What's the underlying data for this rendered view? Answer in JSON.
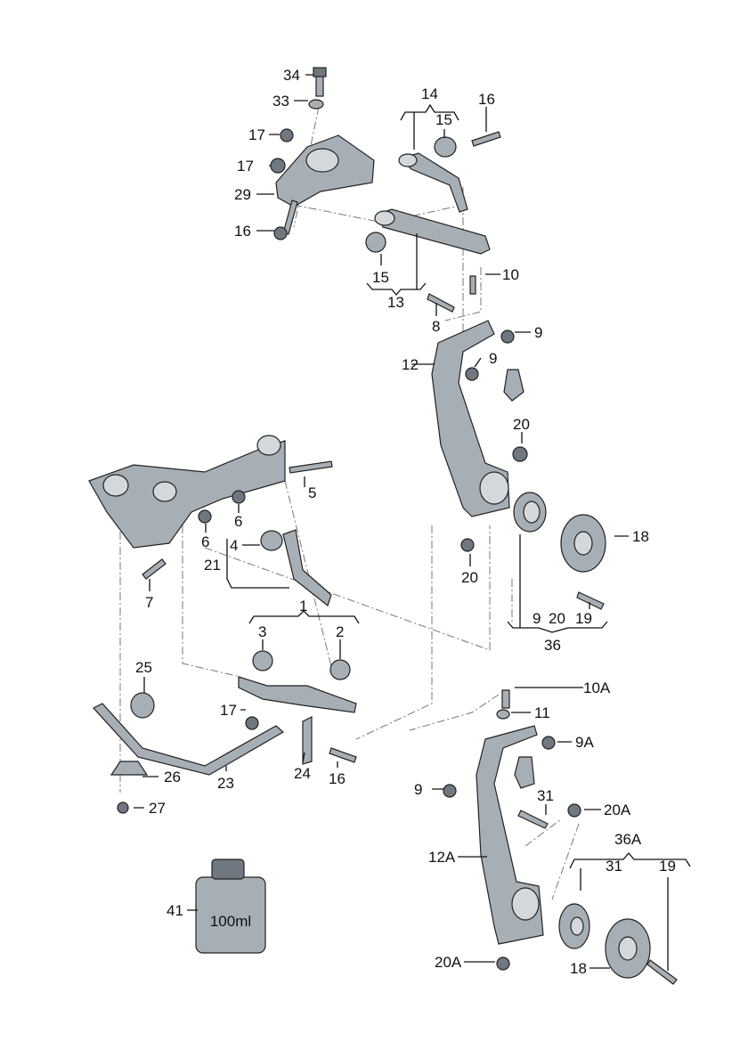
{
  "diagram": {
    "type": "exploded parts diagram",
    "colors": {
      "part_fill": "#a7afb6",
      "part_dark": "#6f7780",
      "line": "#111111"
    }
  },
  "callouts": [
    "34",
    "33",
    "17",
    "17",
    "29",
    "16",
    "14",
    "15",
    "16",
    "15",
    "13",
    "10",
    "8",
    "9",
    "12",
    "9",
    "20",
    "5",
    "6",
    "6",
    "4",
    "21",
    "7",
    "18",
    "20",
    "9",
    "20",
    "19",
    "36",
    "1",
    "3",
    "2",
    "25",
    "17",
    "26",
    "23",
    "24",
    "16",
    "27",
    "10A",
    "11",
    "9A",
    "9",
    "31",
    "20A",
    "36A",
    "31",
    "19",
    "12A",
    "41",
    "20A",
    "18"
  ],
  "bottle_label": "100ml"
}
